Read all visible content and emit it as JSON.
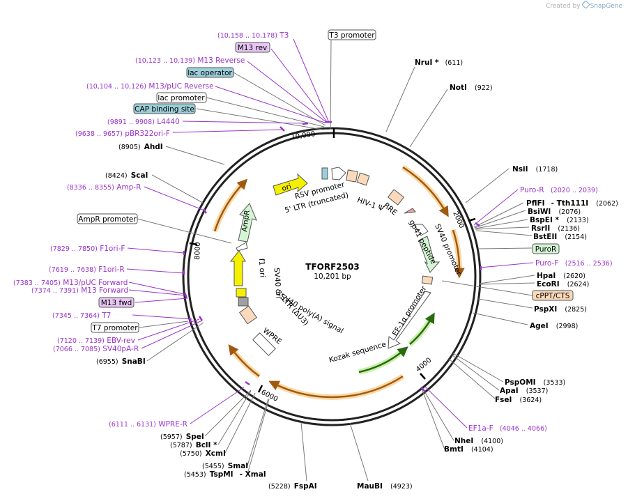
{
  "credit": {
    "prefix": "Created by",
    "brand": "SnapGene"
  },
  "plasmid": {
    "name": "TFORF2503",
    "size_label": "10,201 bp"
  },
  "ticks": [
    "10,000",
    "2000",
    "4000",
    "6000",
    "8000"
  ],
  "boxed_labels": [
    {
      "text": "T3 promoter",
      "fill": "#ffffff"
    },
    {
      "text": "M13 rev",
      "fill": "#e8c6f4"
    },
    {
      "text": "lac operator",
      "fill": "#9ccfd9"
    },
    {
      "text": "lac promoter",
      "fill": "#ffffff"
    },
    {
      "text": "CAP binding site",
      "fill": "#9ccfd9"
    },
    {
      "text": "AmpR promoter",
      "fill": "#ffffff"
    },
    {
      "text": "M13 fwd",
      "fill": "#e8c6f4"
    },
    {
      "text": "T7 promoter",
      "fill": "#ffffff"
    },
    {
      "text": "PuroR",
      "fill": "#d3f5d3"
    },
    {
      "text": "cPPT/CTS",
      "fill": "#fbd9bb"
    }
  ],
  "primers": [
    {
      "coord": "(10,158 .. 10,178)",
      "name": "T3"
    },
    {
      "coord": "(10,123 .. 10,139)",
      "name": "M13 Reverse"
    },
    {
      "coord": "(10,104 .. 10,126)",
      "name": "M13/pUC Reverse"
    },
    {
      "coord": "(9891 .. 9908)",
      "name": "L4440"
    },
    {
      "coord": "(9638 .. 9657)",
      "name": "pBR322ori-F"
    },
    {
      "coord": "(8336 .. 8355)",
      "name": "Amp-R"
    },
    {
      "coord": "(7829 .. 7850)",
      "name": "F1ori-F"
    },
    {
      "coord": "(7619 .. 7638)",
      "name": "F1ori-R"
    },
    {
      "coord": "(7383 .. 7405)",
      "name": "M13/pUC Forward"
    },
    {
      "coord": "(7374 .. 7391)",
      "name": "M13 Forward"
    },
    {
      "coord": "",
      "name": "T7"
    },
    {
      "coord": "(7120 .. 7139)",
      "name": "EBV-rev"
    },
    {
      "coord": "(7066 .. 7085)",
      "name": "SV40pA-R"
    },
    {
      "coord": "(6111 .. 6131)",
      "name": "WPRE-R"
    },
    {
      "coord": "(2020 .. 2039)",
      "name": "Puro-R"
    },
    {
      "coord": "(2516 .. 2536)",
      "name": "Puro-F"
    },
    {
      "coord": "(4046 .. 4066)",
      "name": "EF1a-F"
    }
  ],
  "sites_left": [
    {
      "coord": "(8905)",
      "name": "AhdI"
    },
    {
      "coord": "(8424)",
      "name": "ScaI"
    },
    {
      "coord": "(6955)",
      "name": "SnaBI"
    },
    {
      "coord": "(5957)",
      "name": "SpeI"
    },
    {
      "coord": "(5787)",
      "name": "BclI *"
    },
    {
      "coord": "(5750)",
      "name": "XcmI"
    },
    {
      "coord": "(5455)",
      "name": "SmaI"
    },
    {
      "coord": "(5453)",
      "name": "TspMI"
    },
    {
      "coord": "",
      "name": "- XmaI"
    },
    {
      "coord": "(5228)",
      "name": "FspAI"
    }
  ],
  "sites_right": [
    {
      "name": "NruI *",
      "coord": "(611)"
    },
    {
      "name": "NotI",
      "coord": "(922)"
    },
    {
      "name": "NsiI",
      "coord": "(1718)"
    },
    {
      "name": "PflFI",
      "coord": ""
    },
    {
      "name": "- Tth111I",
      "coord": "(2062)"
    },
    {
      "name": "BsiWI",
      "coord": "(2076)"
    },
    {
      "name": "BspEI *",
      "coord": "(2133)"
    },
    {
      "name": "RsrII",
      "coord": "(2136)"
    },
    {
      "name": "BstEII",
      "coord": "(2154)"
    },
    {
      "name": "HpaI",
      "coord": "(2620)"
    },
    {
      "name": "EcoRI",
      "coord": "(2624)"
    },
    {
      "name": "PspXI",
      "coord": "(2825)"
    },
    {
      "name": "AgeI",
      "coord": "(2998)"
    },
    {
      "name": "PspOMI",
      "coord": "(3533)"
    },
    {
      "name": "ApaI",
      "coord": "(3537)"
    },
    {
      "name": "FseI",
      "coord": "(3624)"
    },
    {
      "name": "NheI",
      "coord": "(4100)"
    },
    {
      "name": "BmtI",
      "coord": "(4104)"
    },
    {
      "name": "MauBI",
      "coord": "(4923)"
    }
  ],
  "inner_features": [
    "RSV promoter",
    "5' LTR (truncated)",
    "HIV-1 Ψ",
    "RRE",
    "gp41 peptide",
    "SV40 promoter",
    "EF-1α promoter",
    "Kozak sequence",
    "WPRE",
    "3' LTR (ΔU3)",
    "SV40 poly(A) signal",
    "SV40 ori",
    "f1 ori",
    "AmpR",
    "ori"
  ],
  "colors": {
    "primer": "#9933cc",
    "orf": "#f0a030",
    "orf_glow": "#fbd9a5",
    "promoter_fill": "#ffffff",
    "misc_orange": "#fbd9bb",
    "ori": "#f5f000",
    "ampr": "#d3f5d3",
    "ef1a_glow": "#c8f0a8",
    "ef1a": "#3a8a1a"
  }
}
